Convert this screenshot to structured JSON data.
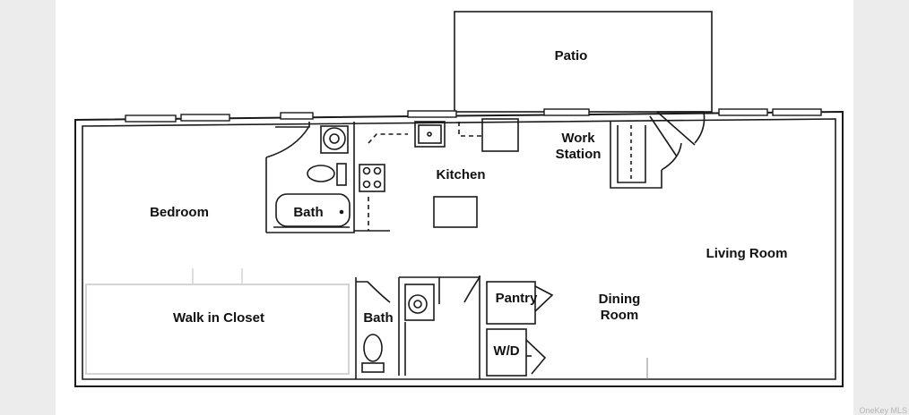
{
  "rooms": {
    "patio": "Patio",
    "work_station_line1": "Work",
    "work_station_line2": "Station",
    "kitchen": "Kitchen",
    "bedroom": "Bedroom",
    "bath_upper": "Bath",
    "living_room": "Living Room",
    "walk_in_closet": "Walk in Closet",
    "bath_lower": "Bath",
    "pantry": "Pantry",
    "dining_line1": "Dining",
    "dining_line2": "Room",
    "wd": "W/D"
  },
  "watermark": "OneKey MLS",
  "colors": {
    "line": "#1a1a1a",
    "paper": "#ffffff",
    "margin": "#ececec"
  }
}
